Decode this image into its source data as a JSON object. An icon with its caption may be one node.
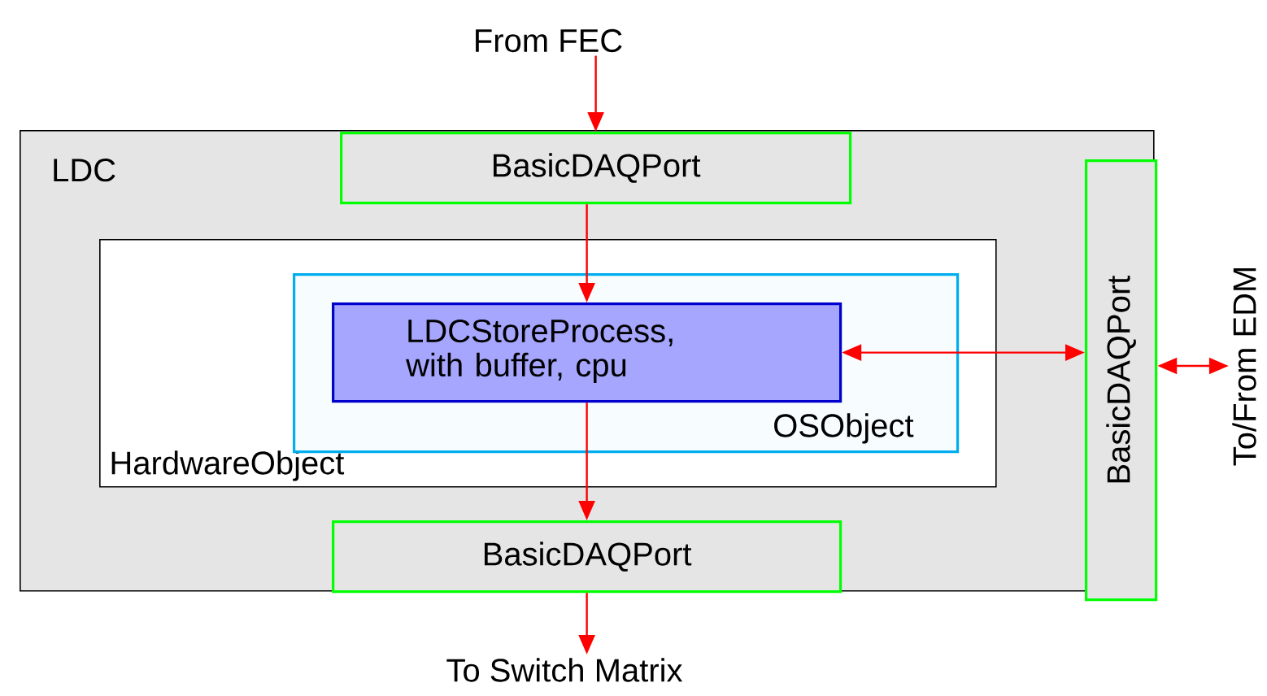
{
  "diagram": {
    "nodes": [
      {
        "text": [
          "LDC"
        ]
      },
      {
        "text": [
          "BasicDAQPort"
        ],
        "in": 0
      },
      {
        "text": [
          "HardwareObject"
        ],
        "in": 0
      },
      {
        "text": [
          "OSObject"
        ],
        "in": 2
      },
      {
        "text": [
          "LDCStoreProcess, with buffer, cpu"
        ],
        "in": 3
      },
      {
        "text": [
          "BasicDAQPort"
        ],
        "in": 0
      },
      {
        "text": [
          "BasicDAQPort"
        ],
        "in": 0
      },
      {
        "text": [
          "From FEC"
        ]
      },
      {
        "text": [
          "To Switch Matrix"
        ]
      },
      {
        "text": [
          "To/From EDM"
        ]
      }
    ],
    "edges": [
      {
        "from": 7,
        "to": 1,
        "arrow": "to"
      },
      {
        "from": 1,
        "to": 4,
        "arrow": "to"
      },
      {
        "from": 4,
        "to": 5,
        "arrow": "to"
      },
      {
        "from": 5,
        "to": 8,
        "arrow": "to"
      },
      {
        "from": 4,
        "to": 6,
        "arrow": "both"
      },
      {
        "from": 6,
        "to": 9,
        "arrow": "both"
      }
    ]
  }
}
